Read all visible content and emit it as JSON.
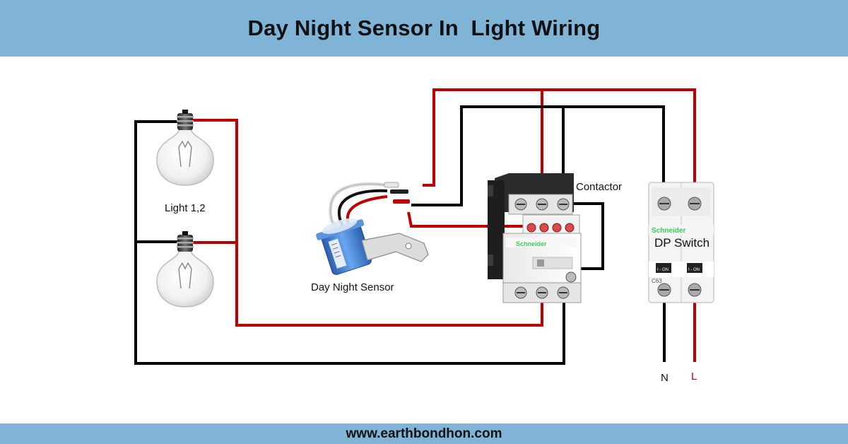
{
  "title": "Day Night Sensor In  Light Wiring",
  "footer_url": "www.earthbondhon.com",
  "labels": {
    "lights": "Light 1,2",
    "sensor": "Day Night Sensor",
    "contactor": "Contactor",
    "dp_switch": "DP Switch",
    "neutral": "N",
    "live": "L"
  },
  "device_text": {
    "brand": "Schneider",
    "breaker_rating": "C63",
    "breaker_on": "I - ON"
  },
  "colors": {
    "header_bg": "#7fb4d6",
    "live_wire": "#c00000",
    "neutral_wire": "#000000",
    "schneider_green": "#3dcd58",
    "sensor_blue": "#3a78c9"
  },
  "icons": [
    "light-bulb-icon",
    "day-night-sensor-icon",
    "contactor-icon",
    "dp-switch-icon"
  ]
}
